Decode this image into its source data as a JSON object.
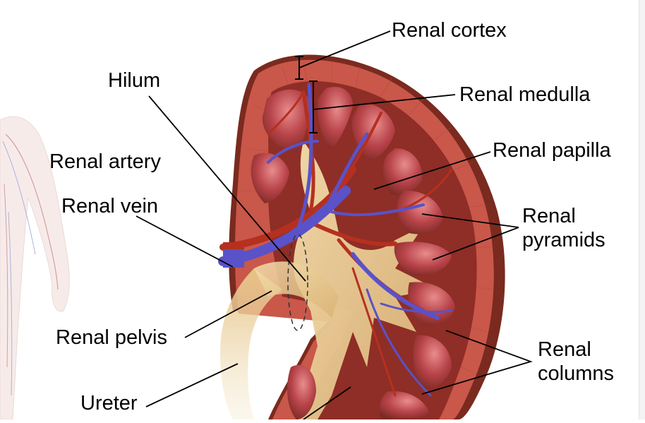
{
  "diagram": {
    "subject": "Kidney cross-section anatomy",
    "labels": {
      "renal_cortex": "Renal cortex",
      "renal_medulla": "Renal medulla",
      "renal_papilla": "Renal papilla",
      "renal_pyramids_line1": "Renal",
      "renal_pyramids_line2": "pyramids",
      "renal_columns_line1": "Renal",
      "renal_columns_line2": "columns",
      "hilum": "Hilum",
      "renal_artery": "Renal artery",
      "renal_vein": "Renal vein",
      "renal_pelvis": "Renal pelvis",
      "ureter": "Ureter"
    },
    "colors": {
      "cortex_outer": "#7a2a1e",
      "cortex": "#c9574a",
      "pyramid": "#b8444a",
      "pelvis": "#e9c98e",
      "vein": "#5a52c8",
      "artery": "#b5301f",
      "leader_line": "#000000"
    }
  }
}
